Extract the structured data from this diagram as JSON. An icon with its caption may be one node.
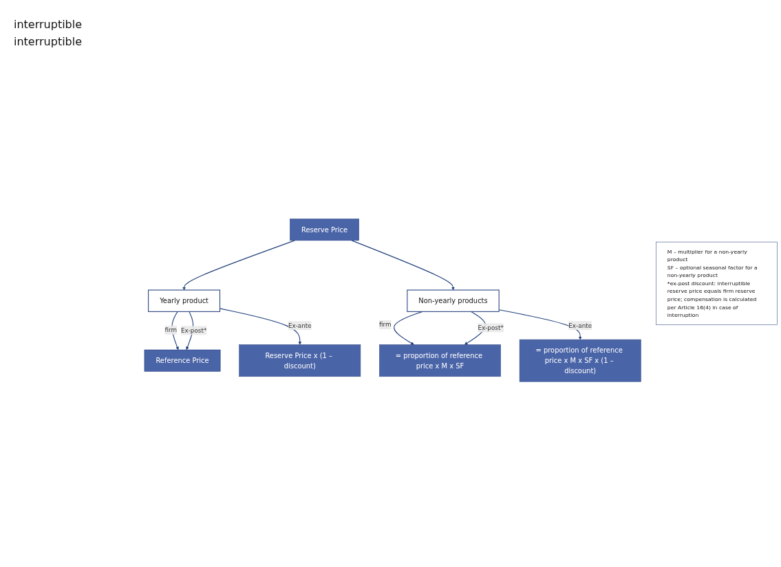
{
  "diagram": {
    "nodes": [
      {
        "text": [
          "Reserve Price"
        ]
      },
      {
        "text": [
          "Yearly product"
        ]
      },
      {
        "text": [
          "Reserve Price x (1 – discount)"
        ]
      },
      {
        "text": [
          "Reference Price"
        ]
      },
      {
        "text": [
          "Non-yearly products"
        ]
      },
      {
        "text": [
          "= proportion of reference price x M x SF x (1 – discount)"
        ]
      },
      {
        "text": [
          "= proportion of reference price x M x SF"
        ]
      },
      {
        "text": [
          "M – multiplier for a non-yearly product",
          "SF – optional seasonal factor for a non-yearly product",
          "*ex-post discount: interruptible reserve price equals firm reserve price; compensation is calculated per Article 16(4) in case of interruption"
        ]
      }
    ],
    "edges": [
      {
        "from": 0,
        "to": 1,
        "arrow": "to"
      },
      {
        "from": 0,
        "to": 4,
        "arrow": "to"
      },
      {
        "from": 1,
        "to": 3,
        "label": "firm",
        "arrow": "to"
      },
      {
        "from": 1,
        "to": 2,
        "label": "Ex-ante",
        "arrow": "to"
      },
      {
        "from": 1,
        "to": 3,
        "label": "Ex-post*",
        "arrow": "to"
      },
      {
        "from": 4,
        "to": 6,
        "label": "firm",
        "arrow": "to"
      },
      {
        "from": 4,
        "to": 5,
        "label": "Ex-ante",
        "arrow": "to"
      },
      {
        "from": 4,
        "to": 6,
        "label": "Ex-post*",
        "arrow": "to"
      }
    ],
    "labels": [
      "interruptible",
      "interruptible"
    ]
  }
}
